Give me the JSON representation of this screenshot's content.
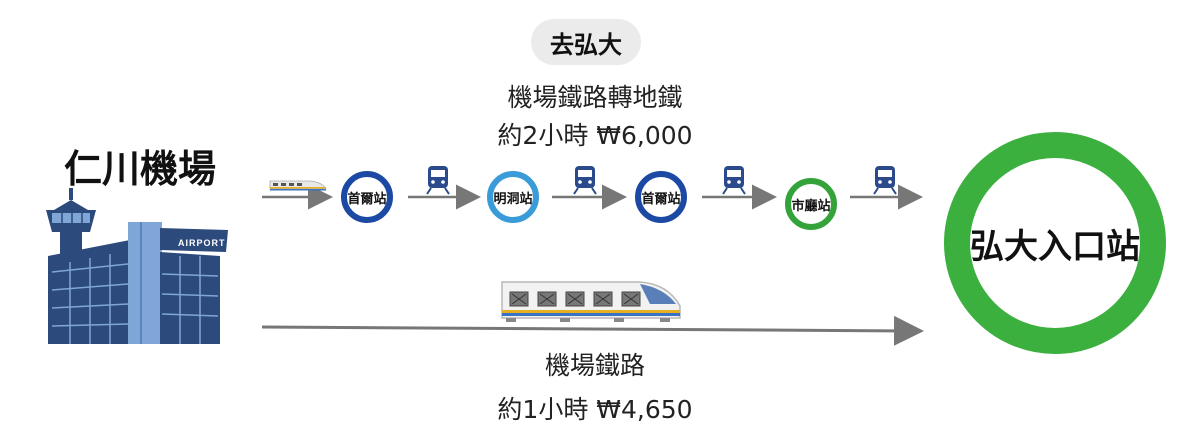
{
  "header": {
    "destination_tag": "去弘大",
    "route_name": "機場鐵路轉地鐵",
    "route_detail": "約2小時 ₩6,000"
  },
  "origin": {
    "name": "仁川機場",
    "building_sign": "AIRPORT"
  },
  "transfer_route": {
    "stations": [
      {
        "label": "首爾站",
        "color": "#1b49a3"
      },
      {
        "label": "明洞站",
        "color": "#3a9bd9"
      },
      {
        "label": "首爾站",
        "color": "#1b49a3"
      },
      {
        "label": "市廳站",
        "color": "#33a33a"
      }
    ]
  },
  "direct_route": {
    "name": "機場鐵路",
    "detail": "約1小時 ₩4,650"
  },
  "destination": {
    "name": "弘大入口站",
    "color": "#3bb03e"
  },
  "colors": {
    "arrow": "#777777",
    "train_icon": "#2b4a8b",
    "airport_building": "#2c4a7c",
    "airport_accent": "#7fa6d6"
  }
}
